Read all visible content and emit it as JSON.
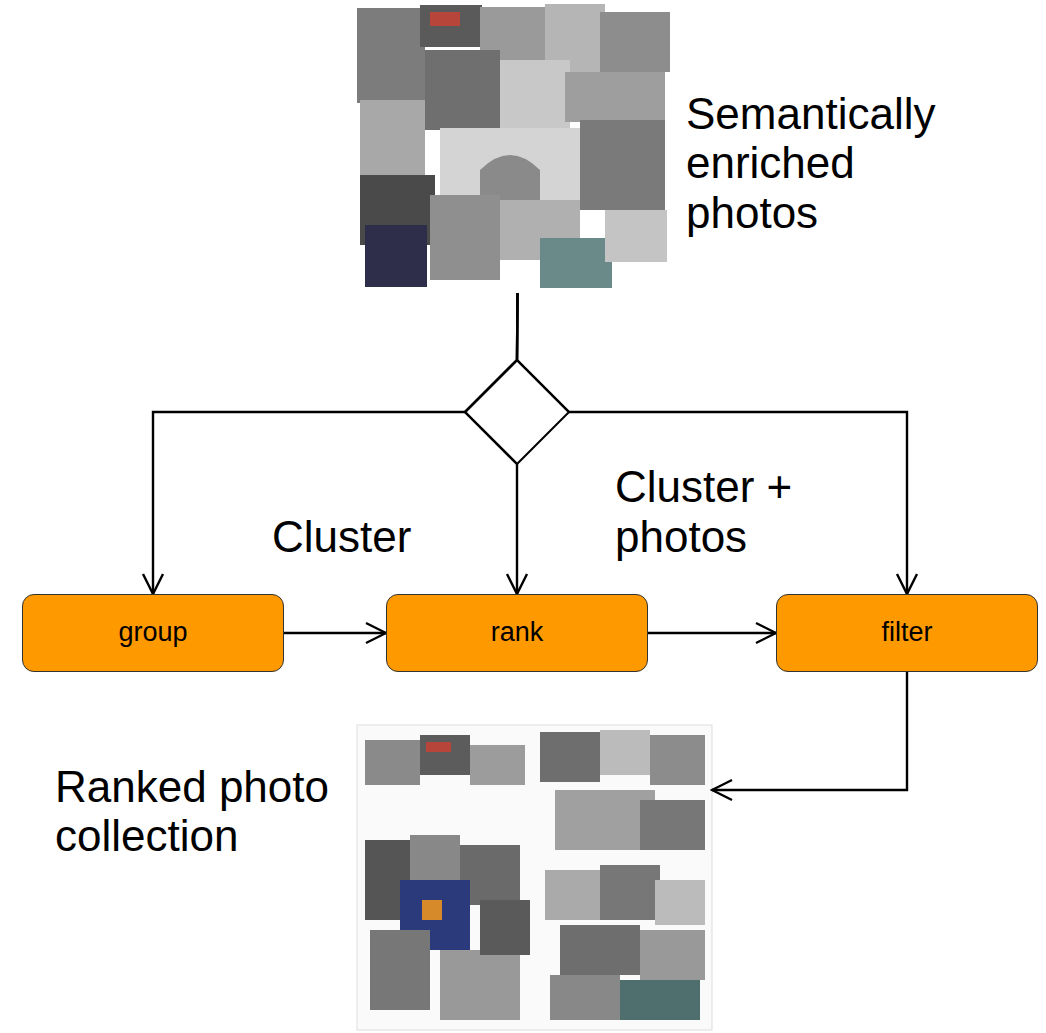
{
  "diagram": {
    "nodes": [
      {
        "text": [
          "Semantically enriched photos"
        ]
      },
      {
        "text": [
          "group"
        ]
      },
      {
        "text": [
          "rank"
        ]
      },
      {
        "text": [
          "filter"
        ]
      },
      {
        "text": [
          "Ranked photo collection"
        ]
      }
    ],
    "edges": [
      {
        "from": 0,
        "to": 1,
        "arrow": "to"
      },
      {
        "from": 0,
        "to": 2,
        "arrow": "to"
      },
      {
        "from": 0,
        "to": 3,
        "arrow": "to"
      },
      {
        "from": 1,
        "to": 2,
        "label": "Cluster",
        "arrow": "to"
      },
      {
        "from": 2,
        "to": 3,
        "label": "Cluster + photos",
        "arrow": "to"
      },
      {
        "from": 3,
        "to": 4,
        "arrow": "to"
      }
    ]
  }
}
